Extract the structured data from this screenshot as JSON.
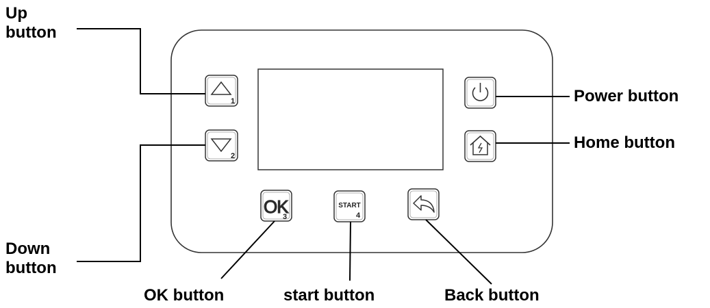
{
  "callouts": {
    "up": {
      "line1": "Up",
      "line2": "button"
    },
    "down": {
      "line1": "Down",
      "line2": "button"
    },
    "power": "Power button",
    "home": "Home button",
    "ok": "OK button",
    "start": "start button",
    "back": "Back button"
  },
  "buttons": {
    "up_number": "1",
    "down_number": "2",
    "ok_text": "OK",
    "ok_number": "3",
    "start_text": "START",
    "start_number": "4"
  },
  "colors": {
    "line": "#000000",
    "panel_stroke": "#333333",
    "background": "#ffffff"
  },
  "icons": {
    "up": "triangle-up-icon",
    "down": "triangle-down-icon",
    "power": "power-icon",
    "home": "home-icon",
    "back": "back-arrow-icon"
  }
}
